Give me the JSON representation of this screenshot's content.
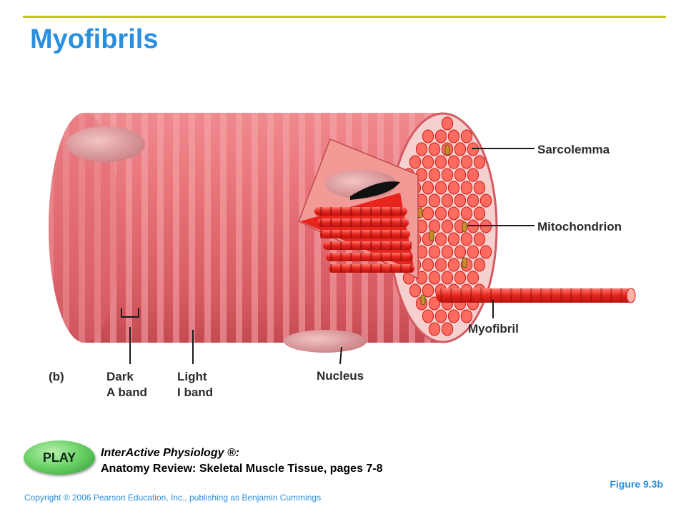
{
  "slide": {
    "title": "Myofibrils",
    "figure_number": "Figure 9.3b",
    "copyright": "Copyright © 2006 Pearson Education, Inc., publishing as Benjamin Cummings"
  },
  "figure": {
    "panel_label": "(b)",
    "labels": {
      "sarcolemma": "Sarcolemma",
      "mitochondrion": "Mitochondrion",
      "myofibril": "Myofibril",
      "nucleus": "Nucleus",
      "dark_band_line1": "Dark",
      "dark_band_line2": "A band",
      "light_band_line1": "Light",
      "light_band_line2": "I band"
    },
    "colors": {
      "fiber": "#e8737a",
      "fiber_stripe": "#f4a0a4",
      "myofibril": "#e8241e",
      "title": "#2a8fe0",
      "rule": "#c8c800"
    }
  },
  "interactive": {
    "play_label": "PLAY",
    "title": "InterActive Physiology ®:",
    "subtitle": "Anatomy Review: Skeletal Muscle Tissue, pages 7-8"
  }
}
